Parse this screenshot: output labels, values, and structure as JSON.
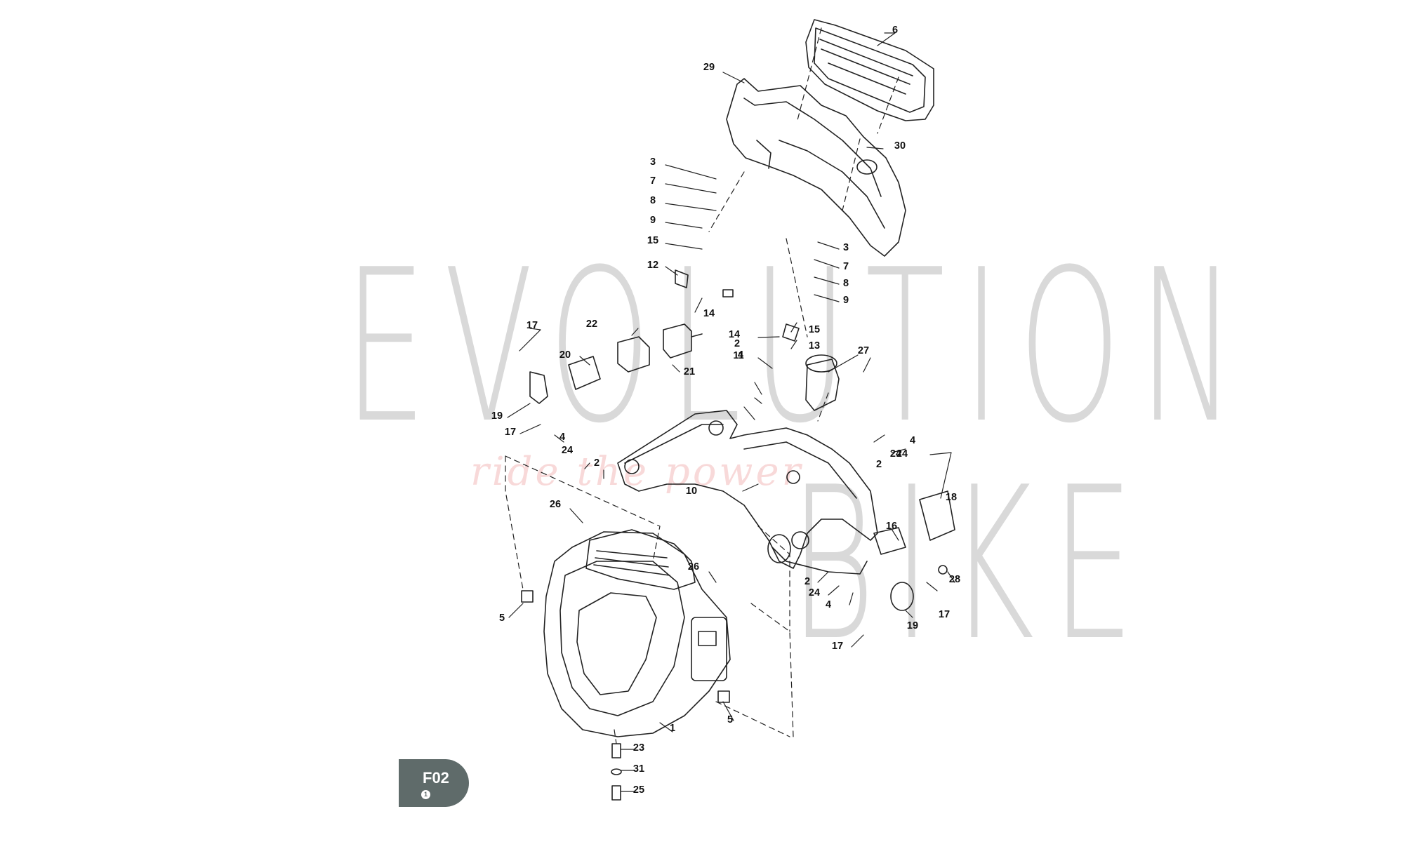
{
  "watermark": {
    "line1": "EVOLUTION",
    "line2": "BIKE",
    "tagline": "ride the power"
  },
  "badge": {
    "label": "F02",
    "sub": "1"
  },
  "callouts": [
    "1",
    "2",
    "2",
    "2",
    "2",
    "3",
    "3",
    "4",
    "4",
    "4",
    "4",
    "5",
    "5",
    "6",
    "7",
    "7",
    "8",
    "8",
    "9",
    "9",
    "10",
    "11",
    "12",
    "13",
    "14",
    "14",
    "15",
    "15",
    "16",
    "17",
    "17",
    "17",
    "17",
    "18",
    "19",
    "19",
    "20",
    "21",
    "22",
    "23",
    "24",
    "24",
    "24",
    "24",
    "25",
    "26",
    "26",
    "27",
    "28",
    "29",
    "30",
    "31"
  ],
  "colors": {
    "line": "#222222",
    "watermark": "#d9d9d9",
    "badge": "#5f6b6a"
  }
}
